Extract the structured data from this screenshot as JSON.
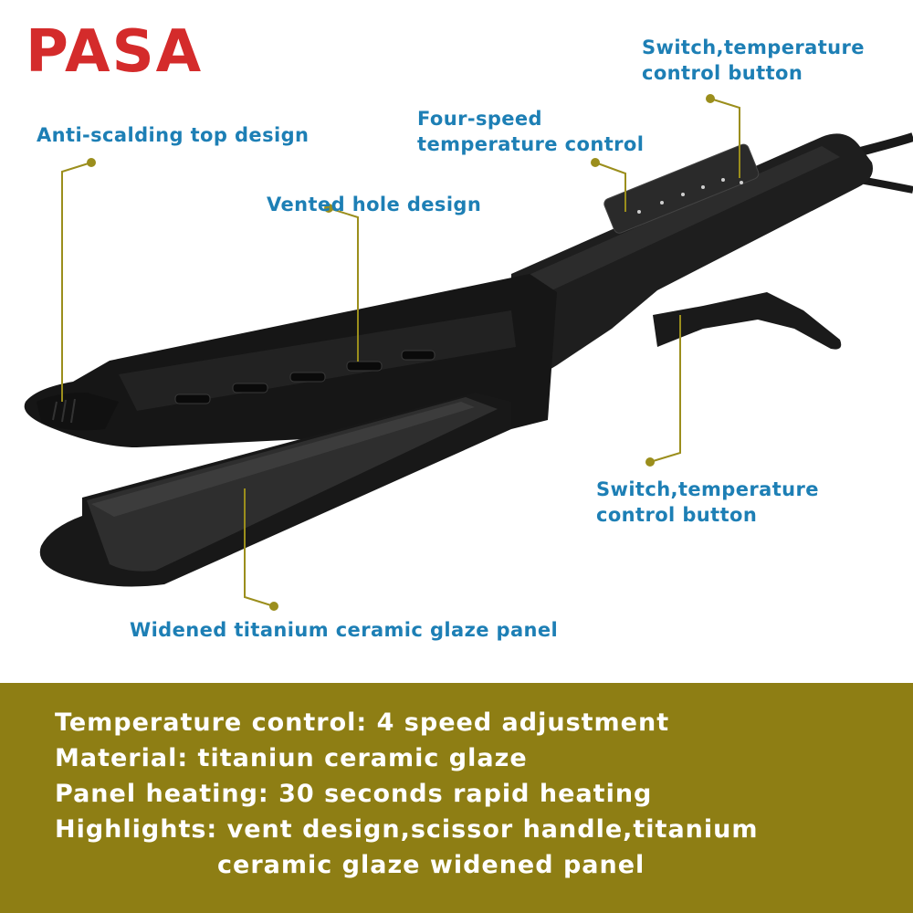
{
  "brand": {
    "logo_text": "PASA",
    "logo_color": "#d42b2b"
  },
  "callouts": {
    "anti_scalding": "Anti-scalding top design",
    "vented_hole": "Vented hole design",
    "four_speed_line1": "Four-speed",
    "four_speed_line2": "temperature control",
    "switch_top_line1": "Switch,temperature",
    "switch_top_line2": "control button",
    "switch_bottom_line1": "Switch,temperature",
    "switch_bottom_line2": "control button",
    "panel": "Widened titanium ceramic glaze panel"
  },
  "features": [
    "Temperature control: 4 speed adjustment",
    "Material: titaniun ceramic glaze",
    "Panel heating: 30 seconds rapid heating",
    "Highlights: vent design,scissor handle,titanium",
    "ceramic glaze widened panel"
  ],
  "colors": {
    "callout_text": "#1d7fb5",
    "leader_line": "#9b8e1c",
    "feature_band": "#8e7e14"
  }
}
